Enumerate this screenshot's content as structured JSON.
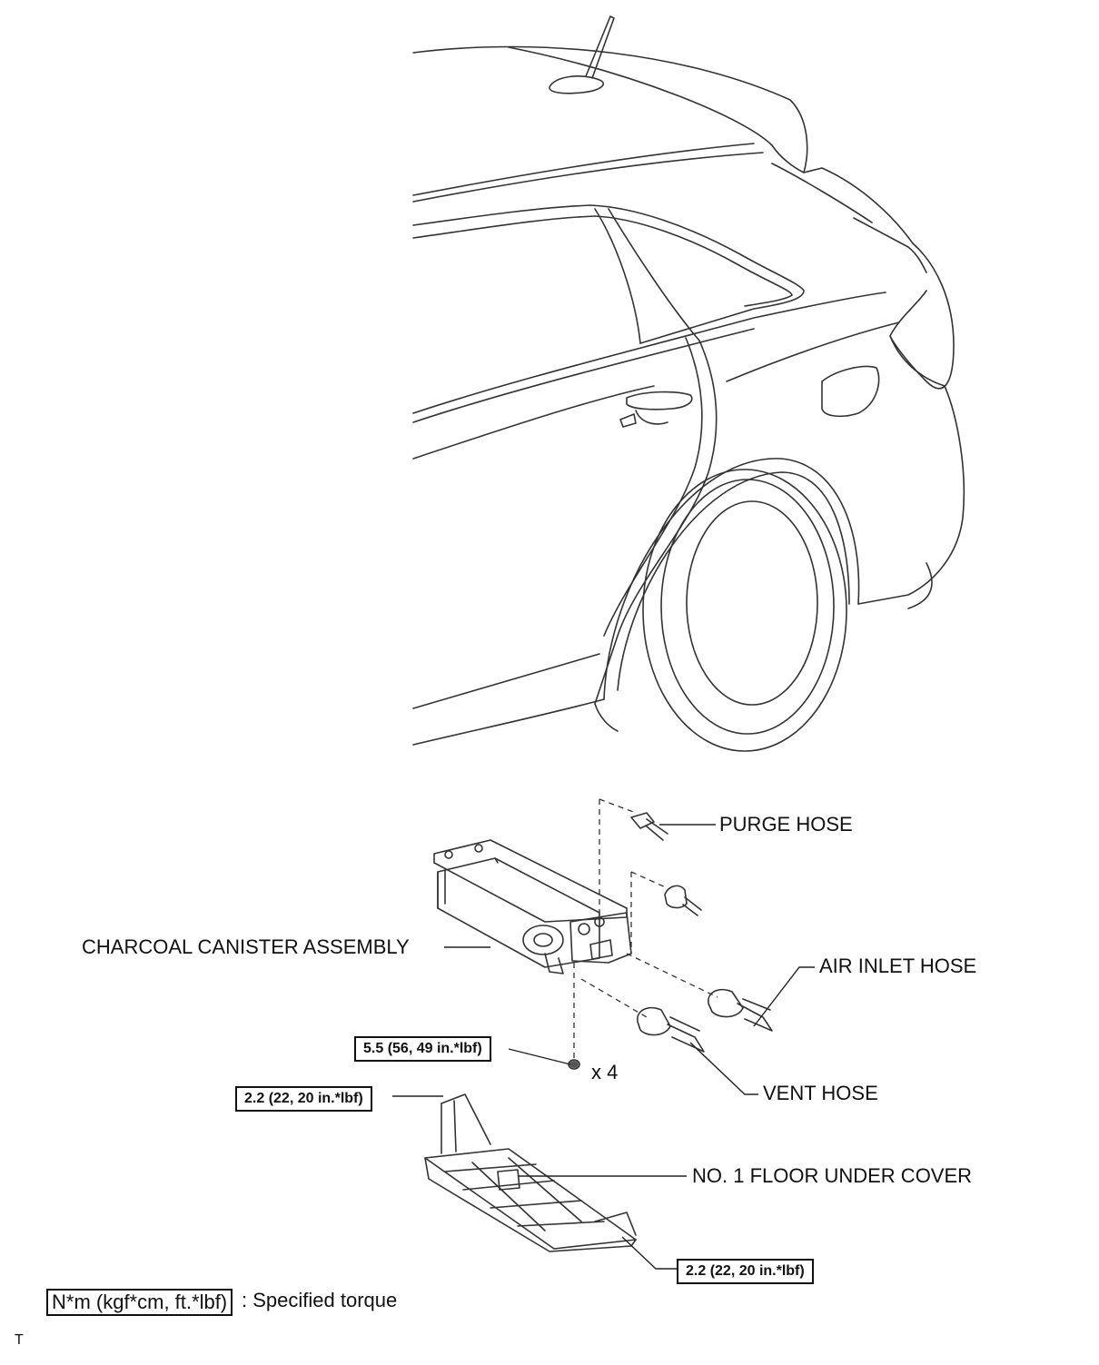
{
  "labels": {
    "purge_hose": "PURGE HOSE",
    "charcoal_canister": "CHARCOAL CANISTER ASSEMBLY",
    "air_inlet_hose": "AIR INLET HOSE",
    "vent_hose": "VENT HOSE",
    "floor_under_cover": "NO. 1 FLOOR UNDER COVER",
    "qty_x4": "x 4"
  },
  "torque": {
    "canister_nut": "5.5 (56, 49 in.*lbf)",
    "cover_front": "2.2 (22, 20 in.*lbf)",
    "cover_rear": "2.2 (22, 20 in.*lbf)"
  },
  "legend": {
    "unit_box": "N*m (kgf*cm, ft.*lbf)",
    "description": ": Specified torque"
  },
  "footer_mark": "T"
}
